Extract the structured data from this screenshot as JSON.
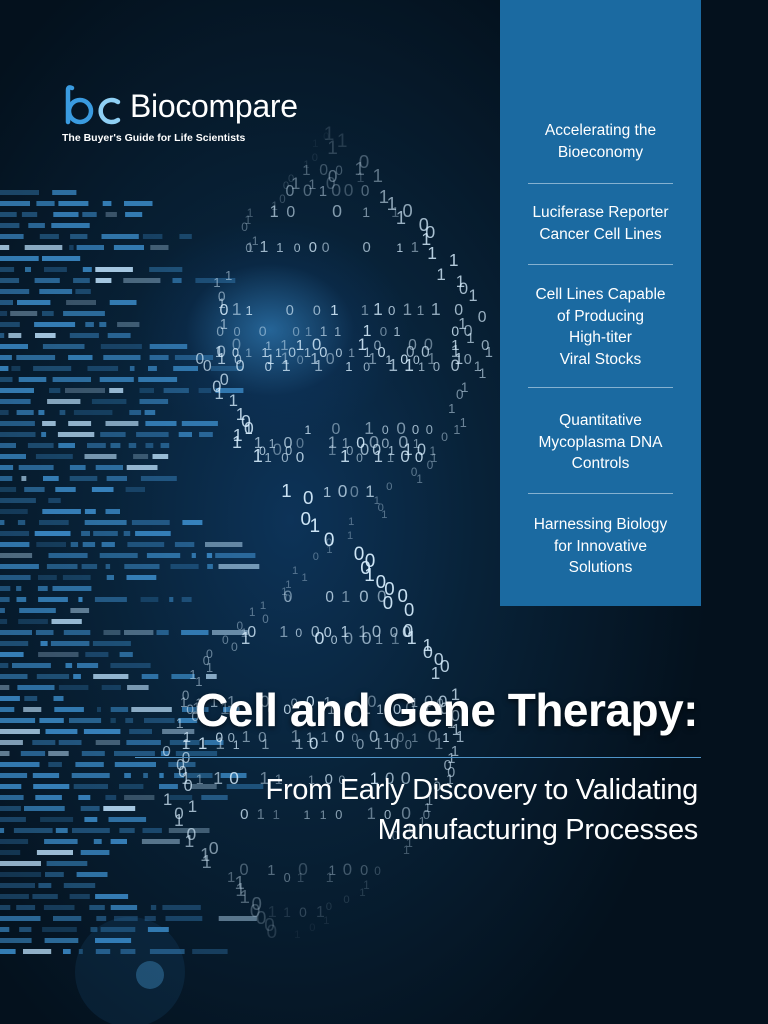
{
  "brand": {
    "name": "Biocompare",
    "tagline": "The Buyer's Guide for Life Scientists"
  },
  "toc": {
    "items": [
      {
        "lines": [
          "Accelerating the",
          "Bioeconomy"
        ]
      },
      {
        "lines": [
          "Luciferase Reporter",
          "Cancer Cell Lines"
        ]
      },
      {
        "lines": [
          "Cell Lines Capable",
          "of Producing",
          "High-titer",
          "Viral Stocks"
        ]
      },
      {
        "lines": [
          "Quantitative",
          "Mycoplasma DNA",
          "Controls"
        ]
      },
      {
        "lines": [
          "Harnessing Biology",
          "for Innovative",
          "Solutions"
        ]
      }
    ]
  },
  "cover": {
    "title": "Cell and Gene Therapy:",
    "subtitle_lines": [
      "From Early Discovery to Validating",
      "Manufacturing Processes"
    ]
  },
  "colors": {
    "toc_panel": "#1b6aa1",
    "background_dark": "#04111d",
    "background_glow": "#0d3358",
    "accent_blue": "#4f94c8",
    "text": "#ffffff"
  }
}
